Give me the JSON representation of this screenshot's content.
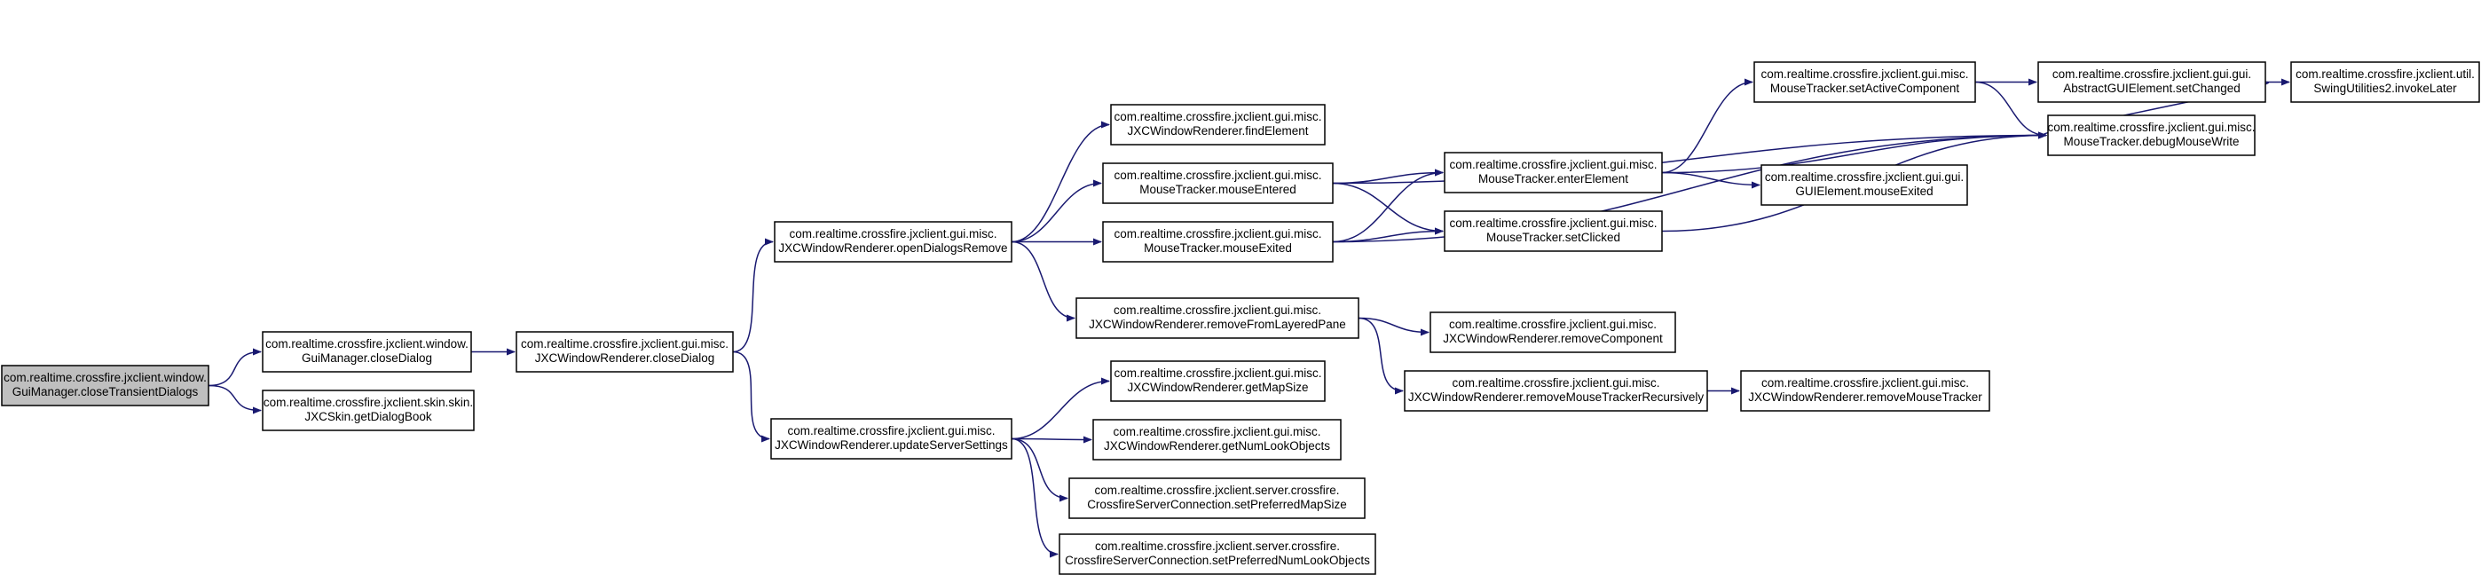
{
  "colors": {
    "node_fill": "#ffffff",
    "root_fill": "#bfbfbf",
    "node_stroke": "#000000",
    "edge": "#191970"
  },
  "nodes": [
    {
      "id": "n0",
      "root": true,
      "lines": [
        "com.realtime.crossfire.jxclient.window.",
        "GuiManager.closeTransientDialogs"
      ]
    },
    {
      "id": "n1",
      "lines": [
        "com.realtime.crossfire.jxclient.window.",
        "GuiManager.closeDialog"
      ]
    },
    {
      "id": "n2",
      "lines": [
        "com.realtime.crossfire.jxclient.skin.skin.",
        "JXCSkin.getDialogBook"
      ]
    },
    {
      "id": "n3",
      "lines": [
        "com.realtime.crossfire.jxclient.gui.misc.",
        "JXCWindowRenderer.closeDialog"
      ]
    },
    {
      "id": "n4",
      "lines": [
        "com.realtime.crossfire.jxclient.gui.misc.",
        "JXCWindowRenderer.openDialogsRemove"
      ]
    },
    {
      "id": "n5",
      "lines": [
        "com.realtime.crossfire.jxclient.gui.misc.",
        "JXCWindowRenderer.updateServerSettings"
      ]
    },
    {
      "id": "n6",
      "lines": [
        "com.realtime.crossfire.jxclient.gui.misc.",
        "JXCWindowRenderer.findElement"
      ]
    },
    {
      "id": "n7",
      "lines": [
        "com.realtime.crossfire.jxclient.gui.misc.",
        "MouseTracker.mouseEntered"
      ]
    },
    {
      "id": "n8",
      "lines": [
        "com.realtime.crossfire.jxclient.gui.misc.",
        "MouseTracker.mouseExited"
      ]
    },
    {
      "id": "n9",
      "lines": [
        "com.realtime.crossfire.jxclient.gui.misc.",
        "JXCWindowRenderer.removeFromLayeredPane"
      ]
    },
    {
      "id": "n10",
      "lines": [
        "com.realtime.crossfire.jxclient.gui.misc.",
        "JXCWindowRenderer.getMapSize"
      ]
    },
    {
      "id": "n11",
      "lines": [
        "com.realtime.crossfire.jxclient.gui.misc.",
        "JXCWindowRenderer.getNumLookObjects"
      ]
    },
    {
      "id": "n12",
      "lines": [
        "com.realtime.crossfire.jxclient.server.crossfire.",
        "CrossfireServerConnection.setPreferredMapSize"
      ]
    },
    {
      "id": "n13",
      "lines": [
        "com.realtime.crossfire.jxclient.server.crossfire.",
        "CrossfireServerConnection.setPreferredNumLookObjects"
      ]
    },
    {
      "id": "n14",
      "lines": [
        "com.realtime.crossfire.jxclient.gui.misc.",
        "MouseTracker.enterElement"
      ]
    },
    {
      "id": "n15",
      "lines": [
        "com.realtime.crossfire.jxclient.gui.misc.",
        "MouseTracker.setClicked"
      ]
    },
    {
      "id": "n16",
      "lines": [
        "com.realtime.crossfire.jxclient.gui.misc.",
        "JXCWindowRenderer.removeComponent"
      ]
    },
    {
      "id": "n17",
      "lines": [
        "com.realtime.crossfire.jxclient.gui.misc.",
        "JXCWindowRenderer.removeMouseTrackerRecursively"
      ]
    },
    {
      "id": "n18",
      "lines": [
        "com.realtime.crossfire.jxclient.gui.misc.",
        "MouseTracker.setActiveComponent"
      ]
    },
    {
      "id": "n19",
      "lines": [
        "com.realtime.crossfire.jxclient.gui.gui.",
        "GUIElement.mouseExited"
      ]
    },
    {
      "id": "n20",
      "lines": [
        "com.realtime.crossfire.jxclient.gui.misc.",
        "JXCWindowRenderer.removeMouseTracker"
      ]
    },
    {
      "id": "n21",
      "lines": [
        "com.realtime.crossfire.jxclient.gui.gui.",
        "AbstractGUIElement.setChanged"
      ]
    },
    {
      "id": "n22",
      "lines": [
        "com.realtime.crossfire.jxclient.gui.misc.",
        "MouseTracker.debugMouseWrite"
      ]
    },
    {
      "id": "n23",
      "lines": [
        "com.realtime.crossfire.jxclient.util.",
        "SwingUtilities2.invokeLater"
      ]
    }
  ],
  "edges": [
    [
      "n0",
      "n1"
    ],
    [
      "n0",
      "n2"
    ],
    [
      "n1",
      "n3"
    ],
    [
      "n3",
      "n4"
    ],
    [
      "n3",
      "n5"
    ],
    [
      "n4",
      "n6"
    ],
    [
      "n4",
      "n7"
    ],
    [
      "n4",
      "n8"
    ],
    [
      "n4",
      "n9"
    ],
    [
      "n5",
      "n10"
    ],
    [
      "n5",
      "n11"
    ],
    [
      "n5",
      "n12"
    ],
    [
      "n5",
      "n13"
    ],
    [
      "n7",
      "n14"
    ],
    [
      "n7",
      "n15"
    ],
    [
      "n7",
      "n22"
    ],
    [
      "n8",
      "n14"
    ],
    [
      "n8",
      "n15"
    ],
    [
      "n8",
      "n22"
    ],
    [
      "n9",
      "n16"
    ],
    [
      "n9",
      "n17"
    ],
    [
      "n14",
      "n18"
    ],
    [
      "n14",
      "n19"
    ],
    [
      "n14",
      "n22"
    ],
    [
      "n15",
      "n22"
    ],
    [
      "n17",
      "n20"
    ],
    [
      "n18",
      "n21"
    ],
    [
      "n18",
      "n22"
    ],
    [
      "n21",
      "n22"
    ],
    [
      "n21",
      "n23"
    ]
  ]
}
